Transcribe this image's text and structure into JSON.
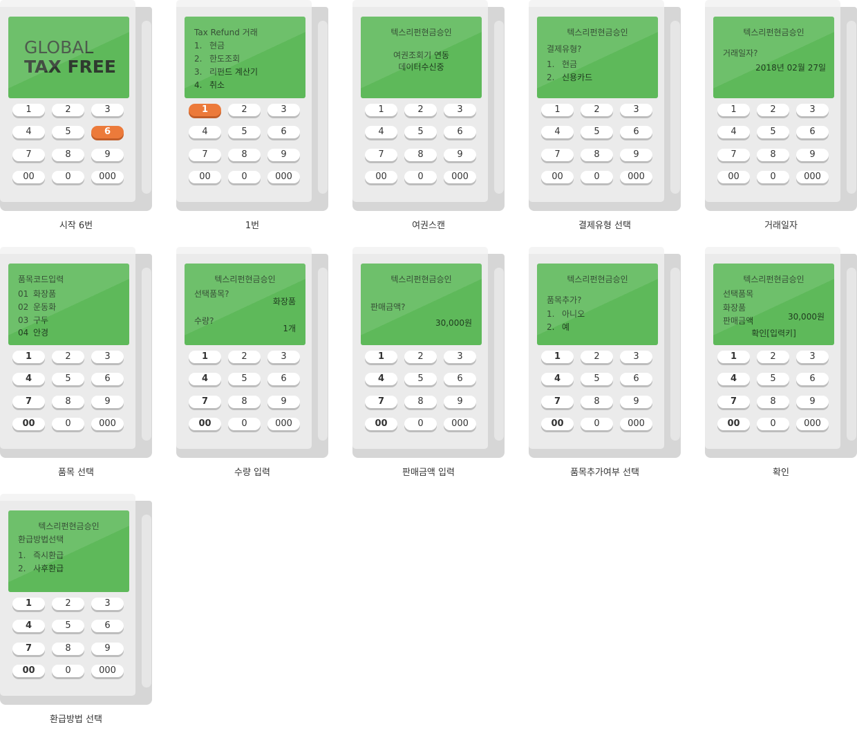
{
  "keypad": [
    "1",
    "2",
    "3",
    "4",
    "5",
    "6",
    "7",
    "8",
    "9",
    "00",
    "0",
    "000"
  ],
  "panels": [
    {
      "caption": "시작 6번",
      "logo": [
        "GLOBAL",
        "TAX FREE"
      ],
      "highlight": 5,
      "bold": [],
      "lines": []
    },
    {
      "caption": "1번",
      "highlight": 0,
      "bold": [],
      "lines": [
        {
          "text": "Tax Refund 거래"
        },
        {
          "num": "1.",
          "text": "현금"
        },
        {
          "num": "2.",
          "text": "한도조회"
        },
        {
          "num": "3.",
          "text": "리펀드 계산기"
        },
        {
          "num": "4.",
          "text": "취소"
        }
      ]
    },
    {
      "caption": "여권스캔",
      "highlight": -1,
      "bold": [],
      "lines": [
        {
          "text": "텍스리펀현금승인",
          "align": "center"
        },
        {
          "text": "여권조회기 연동",
          "align": "center"
        },
        {
          "text": "데이터수신중",
          "align": "center"
        }
      ]
    },
    {
      "caption": "결제유형 선택",
      "highlight": -1,
      "bold": [],
      "lines": [
        {
          "text": "텍스리펀현금승인",
          "align": "center"
        },
        {
          "text": "결제유형?"
        },
        {
          "num": "1.",
          "text": "현금"
        },
        {
          "num": "2.",
          "text": "신용카드"
        }
      ]
    },
    {
      "caption": "거래일자",
      "highlight": -1,
      "bold": [],
      "lines": [
        {
          "text": "텍스리펀현금승인",
          "align": "center"
        },
        {
          "text": "거래일자?"
        },
        {
          "text": "2018년 02월 27일",
          "align": "right"
        }
      ]
    },
    {
      "caption": "품목 선택",
      "highlight": -1,
      "bold": [
        0,
        3,
        6,
        9
      ],
      "lines": [
        {
          "text": "품목코드입력"
        },
        {
          "num": "01",
          "text": "화장품"
        },
        {
          "num": "02",
          "text": "운동화"
        },
        {
          "num": "03",
          "text": "구두"
        },
        {
          "num": "04",
          "text": "안경"
        }
      ]
    },
    {
      "caption": "수량 입력",
      "highlight": -1,
      "bold": [
        0,
        3,
        6,
        9
      ],
      "lines": [
        {
          "text": "텍스리펀현금승인",
          "align": "center"
        },
        {
          "text": "선택품목?"
        },
        {
          "text": "화장품",
          "align": "right"
        },
        {
          "text": "수량?"
        },
        {
          "text": "1개",
          "align": "right"
        }
      ]
    },
    {
      "caption": "판매금액 입력",
      "highlight": -1,
      "bold": [
        0,
        3,
        6,
        9
      ],
      "lines": [
        {
          "text": "텍스리펀현금승인",
          "align": "center"
        },
        {
          "text": "판매금액?"
        },
        {
          "text": "30,000원",
          "align": "right"
        }
      ]
    },
    {
      "caption": "품목추가여부 선택",
      "highlight": -1,
      "bold": [
        0,
        3,
        6,
        9
      ],
      "lines": [
        {
          "text": "텍스리펀현금승인",
          "align": "center"
        },
        {
          "text": "품목추가?"
        },
        {
          "num": "1.",
          "text": "아니오"
        },
        {
          "num": "2.",
          "text": "예"
        }
      ]
    },
    {
      "caption": "확인",
      "highlight": -1,
      "bold": [
        0,
        3,
        6,
        9
      ],
      "lines": [
        {
          "text": "텍스리펀현금승인",
          "align": "center"
        },
        {
          "text": "선택품목"
        },
        {
          "text": "화장품"
        },
        {
          "text": "판매금액"
        },
        {
          "text": "30,000원",
          "align": "right"
        },
        {
          "text": "확인[입력키]",
          "align": "center"
        }
      ]
    },
    {
      "caption": "환급방법 선택",
      "highlight": -1,
      "bold": [
        0,
        3,
        6,
        9
      ],
      "lines": [
        {
          "text": "텍스리펀현금승인",
          "align": "center"
        },
        {
          "text": "환급방법선택"
        },
        {
          "num": "1.",
          "text": "즉시환급"
        },
        {
          "num": "2.",
          "text": "사후환급"
        }
      ]
    }
  ]
}
